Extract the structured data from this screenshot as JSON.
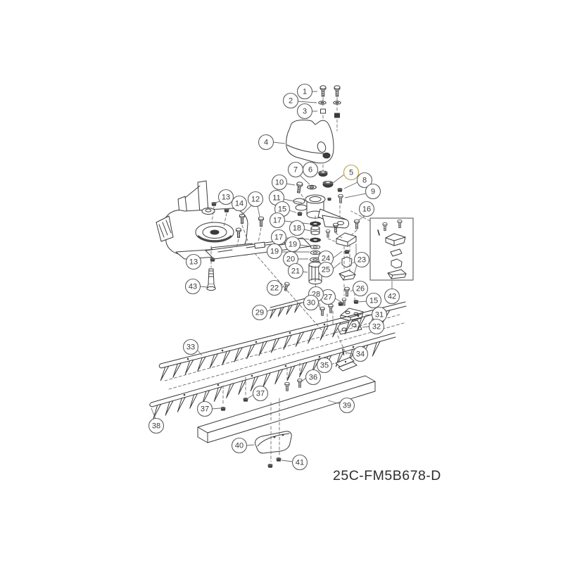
{
  "image": {
    "background": "#ffffff",
    "line_color": "#3b3b3b",
    "title": "exploded parts diagram hedge trimmer attachment"
  },
  "diagram": {
    "part_code": "25C-FM5B678-D",
    "highlight": {
      "number": "5",
      "fill": "#f6e87a",
      "stroke": "#c9b83e",
      "text_color": "#b5761e"
    },
    "callouts": [
      {
        "n": "1"
      },
      {
        "n": "2"
      },
      {
        "n": "3"
      },
      {
        "n": "4"
      },
      {
        "n": "5"
      },
      {
        "n": "6"
      },
      {
        "n": "7"
      },
      {
        "n": "8"
      },
      {
        "n": "9"
      },
      {
        "n": "10"
      },
      {
        "n": "11"
      },
      {
        "n": "12"
      },
      {
        "n": "13"
      },
      {
        "n": "14"
      },
      {
        "n": "15"
      },
      {
        "n": "16"
      },
      {
        "n": "17"
      },
      {
        "n": "18"
      },
      {
        "n": "17"
      },
      {
        "n": "19"
      },
      {
        "n": "19"
      },
      {
        "n": "20"
      },
      {
        "n": "21"
      },
      {
        "n": "22"
      },
      {
        "n": "23"
      },
      {
        "n": "24"
      },
      {
        "n": "25"
      },
      {
        "n": "26"
      },
      {
        "n": "27"
      },
      {
        "n": "15"
      },
      {
        "n": "28"
      },
      {
        "n": "29"
      },
      {
        "n": "30"
      },
      {
        "n": "31"
      },
      {
        "n": "32"
      },
      {
        "n": "33"
      },
      {
        "n": "34"
      },
      {
        "n": "35"
      },
      {
        "n": "36"
      },
      {
        "n": "37"
      },
      {
        "n": "37"
      },
      {
        "n": "38"
      },
      {
        "n": "39"
      },
      {
        "n": "40"
      },
      {
        "n": "41"
      },
      {
        "n": "42"
      },
      {
        "n": "43"
      },
      {
        "n": "13"
      }
    ]
  }
}
